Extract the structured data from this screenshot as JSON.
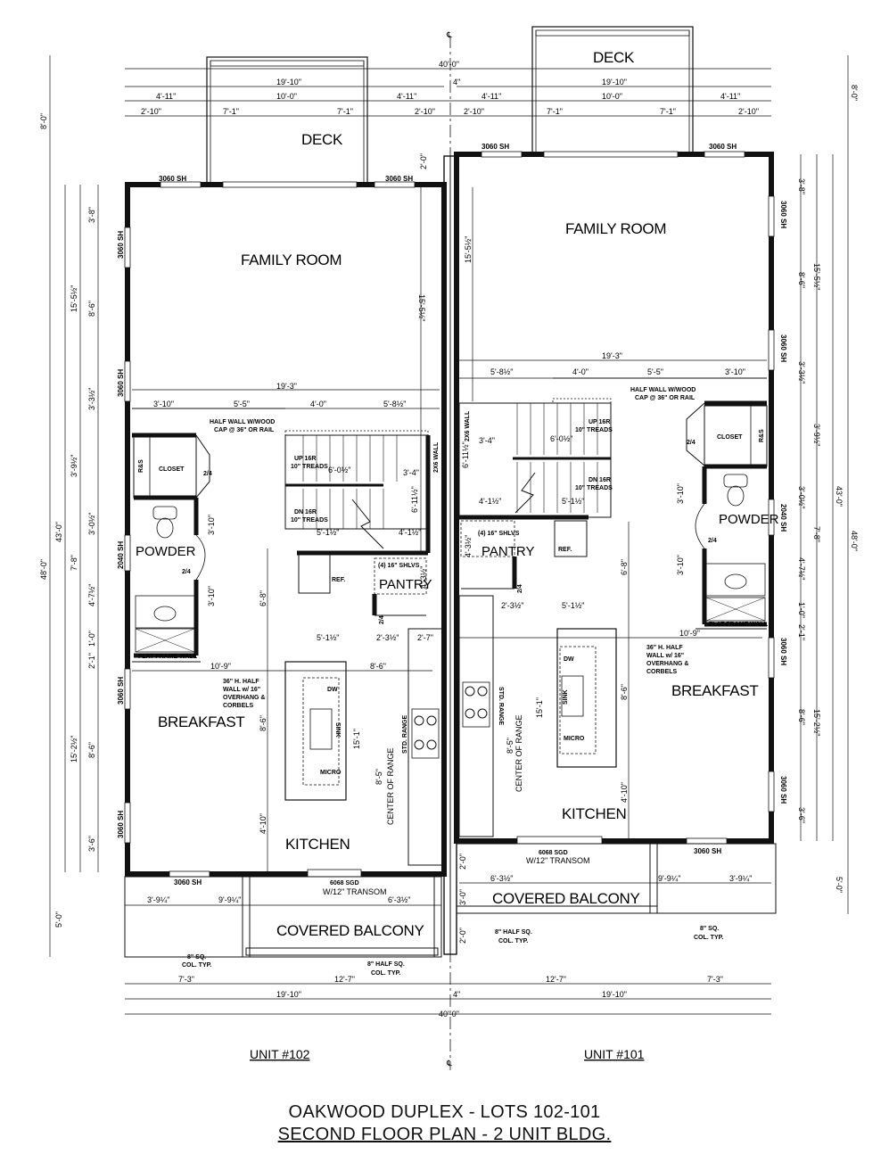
{
  "title": {
    "line1": "OAKWOOD DUPLEX  -  LOTS 102-101",
    "line2": "SECOND FLOOR PLAN - 2 UNIT BLDG."
  },
  "units": {
    "left": "UNIT #102",
    "right": "UNIT #101"
  },
  "rooms": {
    "deck": "DECK",
    "family_room": "FAMILY ROOM",
    "breakfast": "BREAKFAST",
    "kitchen": "KITCHEN",
    "covered_balcony": "COVERED BALCONY",
    "pantry": "PANTRY",
    "powder": "POWDER",
    "closet": "CLOSET"
  },
  "notes": {
    "half_wall": "HALF WALL W/WOOD",
    "half_wall2": "CAP @ 36\" OR RAIL",
    "up_stair": "UP 16R",
    "treads": "10\" TREADS",
    "dn_stair": "DN 16R",
    "shelves": "(4) 16\" SHLVS",
    "ref": "REF.",
    "rs": "R&S",
    "flat_frame": "FLAT FRAME WALL",
    "island1": "36\" H. HALF",
    "island2": "WALL w/ 16\"",
    "island3": "OVERHANG &",
    "island4": "CORBELS",
    "dw": "DW",
    "sink": "SINK",
    "micro": "MICRO",
    "std_range": "STD. RANGE",
    "center_range": "CENTER OF RANGE",
    "sgd": "6068 SGD",
    "transom": "W/12\" TRANSOM",
    "col1": "8\" SQ.",
    "col2": "COL. TYP.",
    "halfcol1": "8\" HALF SQ.",
    "halfcol2": "COL. TYP.",
    "wall2x6": "2X6 WALL",
    "door24": "2/4",
    "win3060": "3060 SH",
    "win2040": "2040 SH",
    "cl": "℄"
  },
  "dims": {
    "overall_w": "40'-0\"",
    "half_w": "19'-10\"",
    "half_4": "4\"",
    "d4_11": "4'-11\"",
    "d10_0": "10'-0\"",
    "d2_10": "2'-10\"",
    "d7_1": "7'-1\"",
    "d8_0": "8'-0\"",
    "d48_0": "48'-0\"",
    "d43_0": "43'-0\"",
    "d5_0": "5'-0\"",
    "d19_3": "19'-3\"",
    "d3_10": "3'-10\"",
    "d5_5": "5'-5\"",
    "d4_0": "4'-0\"",
    "d5_8h": "5'-8½\"",
    "d15_5h": "15'-5½\"",
    "d3_8": "3'-8\"",
    "d8_6": "8'-6\"",
    "d3_3h": "3'-3½\"",
    "d3_9h": "3'-9½\"",
    "d3_0h": "3'-0½\"",
    "d7_8": "7'-8\"",
    "d4_7h": "4'-7½\"",
    "d1_0": "1'-0\"",
    "d2_1": "2'-1\"",
    "d15_2h": "15'-2½\"",
    "d3_6": "3'-6\"",
    "d10_9": "10'-9\"",
    "d6_0h": "6'-0½\"",
    "d3_4": "3'-4\"",
    "d6_11h": "6'-11½\"",
    "d5_1h": "5'-1½\"",
    "d4_1h": "4'-1½\"",
    "d2_3h": "2'-3½\"",
    "d4_3h": "4'-3½\"",
    "d2_7": "2'-7\"",
    "d6_8": "6'-8\"",
    "d15_1": "15'-1\"",
    "d8_5": "8'-5\"",
    "d4_10": "4'-10\"",
    "d3_9q": "3'-9¼\"",
    "d9_9q": "9'-9¼\"",
    "d6_3h": "6'-3½\"",
    "d7_3": "7'-3\"",
    "d12_7": "12'-7\"",
    "d2_0": "2'-0\"",
    "d3_0": "3'-0\""
  }
}
